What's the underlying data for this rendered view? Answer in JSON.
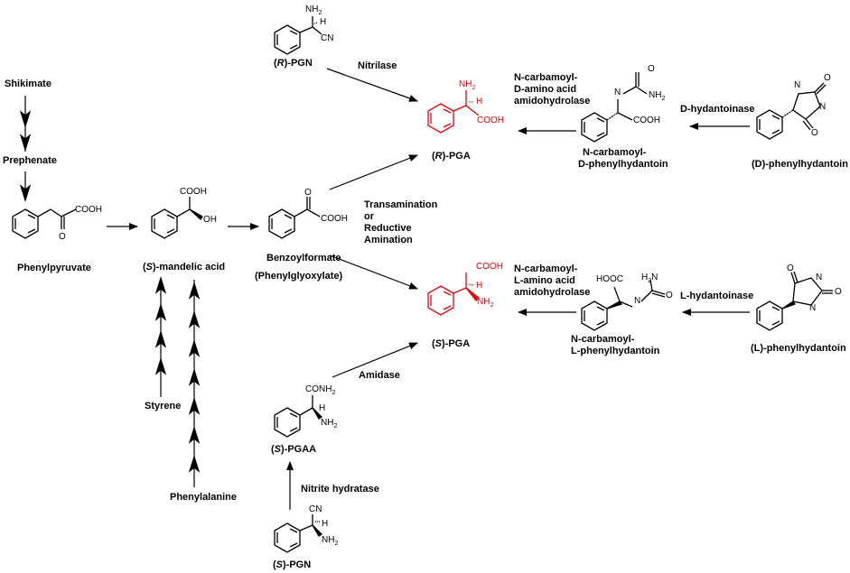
{
  "compounds": {
    "shikimate": "Shikimate",
    "prephenate": "Prephenate",
    "phenylpyruvate": "Phenylpyruvate",
    "mandelic_prefix": "(",
    "mandelic_italic": "S",
    "mandelic_suffix": ")-mandelic acid",
    "benzoylformate": "Benzoylformate",
    "phenylglyoxylate": "(Phenylglyoxylate)",
    "styrene": "Styrene",
    "phenylalanine": "Phenylalanine",
    "r_pgn_prefix": "(",
    "r_pgn_italic": "R",
    "r_pgn_suffix": ")-PGN",
    "r_pga_prefix": "(",
    "r_pga_italic": "R",
    "r_pga_suffix": ")-PGA",
    "s_pga_prefix": "(",
    "s_pga_italic": "S",
    "s_pga_suffix": ")-PGA",
    "s_pgaa_prefix": "(",
    "s_pgaa_italic": "S",
    "s_pgaa_suffix": ")-PGAA",
    "s_pgn_prefix": "(",
    "s_pgn_italic": "S",
    "s_pgn_suffix": ")-PGN",
    "n_carb_d_phenylhydantoin_1": "N-carbamoyl-",
    "n_carb_d_phenylhydantoin_2": "D-phenylhydantoin",
    "d_phenylhydantoin": "(D)-phenylhydantoin",
    "n_carb_l_phenylhydantoin_1": "N-carbamoyl-",
    "n_carb_l_phenylhydantoin_2": "L-phenylhydantoin",
    "l_phenylhydantoin": "(L)-phenylhydantoin"
  },
  "enzymes": {
    "nitrilase": "Nitrilase",
    "d_amidohydrolase_1": "N-carbamoyl-",
    "d_amidohydrolase_2": "D-amino acid",
    "d_amidohydrolase_3": "amidohydrolase",
    "d_hydantoinase": "D-hydantoinase",
    "transamination_1": "Transamination",
    "transamination_2": "or",
    "transamination_3": "Reductive",
    "transamination_4": "Amination",
    "l_amidohydrolase_1": "N-carbamoyl-",
    "l_amidohydrolase_2": "L-amino acid",
    "l_amidohydrolase_3": "amidohydrolase",
    "l_hydantoinase": "L-hydantoinase",
    "amidase": "Amidase",
    "nitrite_hydratase": "Nitrite hydratase"
  },
  "atoms": {
    "nh2": "NH",
    "sub2": "2",
    "h": "H",
    "cn": "CN",
    "cooh": "COOH",
    "oh": "OH",
    "o": "O",
    "n": "N",
    "hooc": "HOOC",
    "h2n": "H",
    "conh2": "CONH"
  },
  "colors": {
    "product": "#e8000b",
    "default": "#000000"
  }
}
